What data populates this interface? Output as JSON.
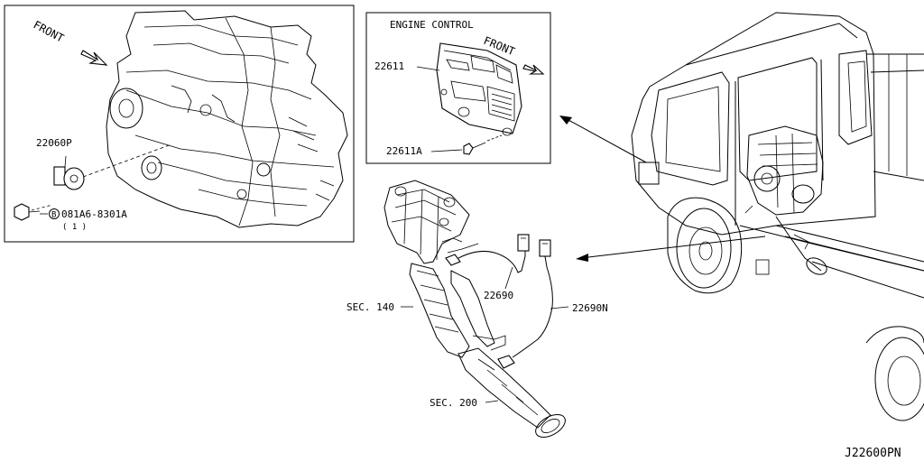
{
  "labels": {
    "engine_control": "ENGINE CONTROL",
    "front_left": "FRONT",
    "front_right": "FRONT",
    "p22060p": "22060P",
    "bolt_code": "081A6-8301A",
    "bolt_qty": "( 1 )",
    "bolt_circle": "B",
    "p22611": "22611",
    "p22611a": "22611A",
    "p22690": "22690",
    "p22690n": "22690N",
    "sec140": "SEC. 140",
    "sec200": "SEC. 200",
    "diagram_code": "J22600PN"
  }
}
